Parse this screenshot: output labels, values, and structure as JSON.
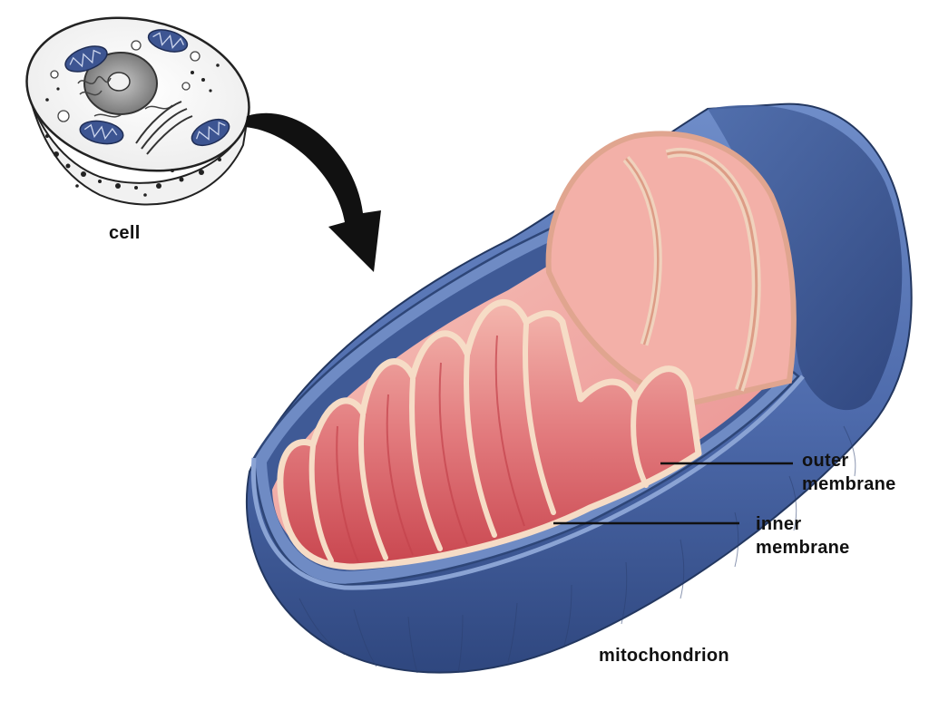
{
  "labels": {
    "cell": "cell",
    "outer_membrane": [
      "outer",
      "membrane"
    ],
    "inner_membrane": [
      "inner",
      "membrane"
    ],
    "mitochondrion": "mitochondrion"
  },
  "colors": {
    "outer_membrane": "#4f6fb0",
    "outer_membrane_dark": "#2c4680",
    "matrix_pink": "#f2a7a6",
    "cristae_red": "#d2555c",
    "membrane_cream": "#f6dcc6",
    "arrow": "#111111"
  }
}
